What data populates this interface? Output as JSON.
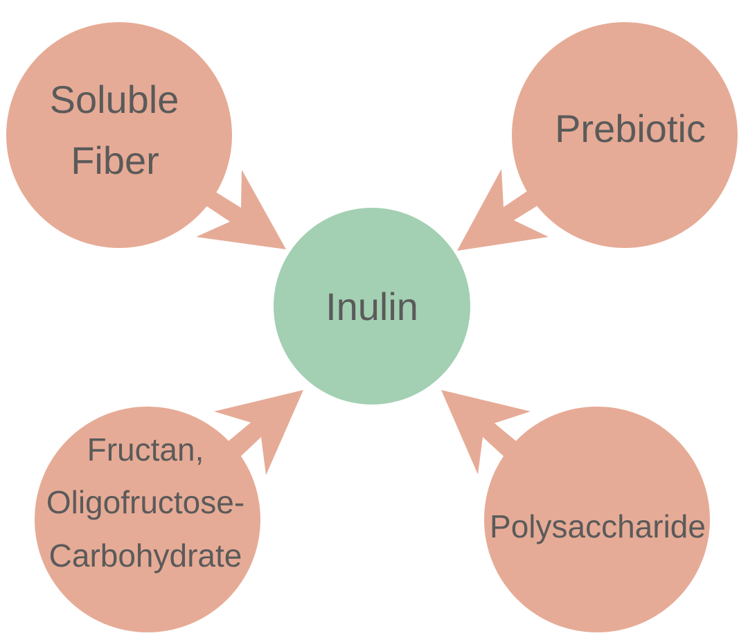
{
  "diagram": {
    "title": "Inulin concept map",
    "colors": {
      "satellite_fill": "#e6ab96",
      "center_fill": "#a3cfb2",
      "arrow_fill": "#e6ab96",
      "text": "#5a5a5a",
      "background": "#ffffff"
    },
    "center": {
      "id": "inulin",
      "label_lines": [
        "Inulin"
      ]
    },
    "satellites": [
      {
        "id": "soluble-fiber",
        "position": "top-left",
        "label_lines": [
          "Soluble",
          "Fiber"
        ]
      },
      {
        "id": "prebiotic",
        "position": "top-right",
        "label_lines": [
          "Prebiotic"
        ]
      },
      {
        "id": "fructan",
        "position": "bottom-left",
        "label_lines": [
          "Fructan,",
          "Oligofructose-",
          "Carbohydrate"
        ]
      },
      {
        "id": "polysaccharide",
        "position": "bottom-right",
        "label_lines": [
          "Polysaccharide"
        ]
      }
    ],
    "edges": [
      {
        "from": "soluble-fiber",
        "to": "inulin"
      },
      {
        "from": "prebiotic",
        "to": "inulin"
      },
      {
        "from": "fructan",
        "to": "inulin"
      },
      {
        "from": "polysaccharide",
        "to": "inulin"
      }
    ]
  }
}
